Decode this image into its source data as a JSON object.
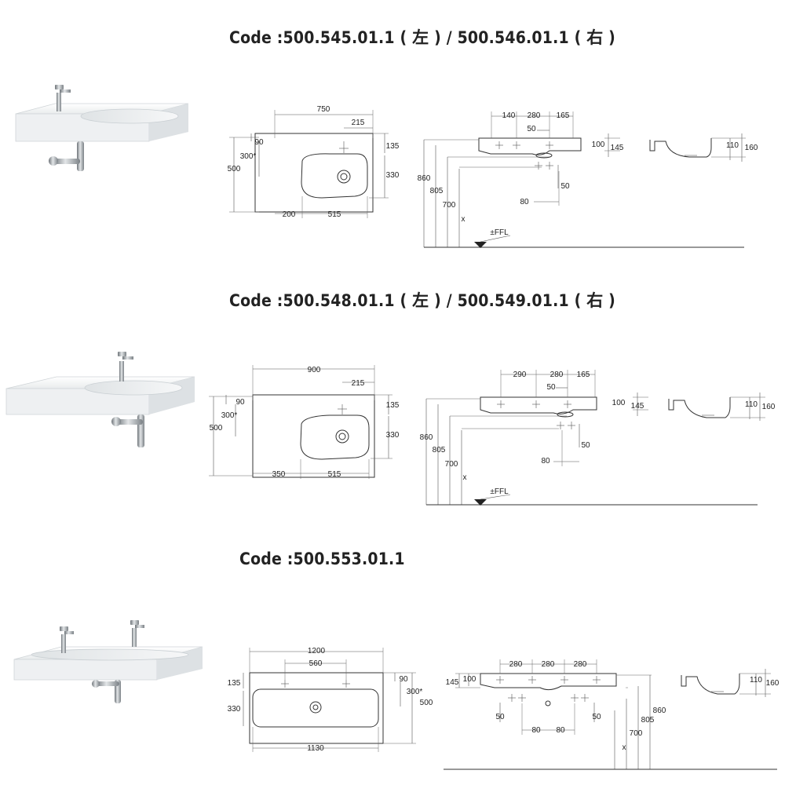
{
  "products": [
    {
      "code": "Code :500.545.01.1 ( 左 ) / 500.546.01.1 ( 右 )",
      "top_view": {
        "total_width": "750",
        "tap_offset": "215",
        "back_margin": "90",
        "tap_drop": "300*",
        "depth": "500",
        "tap_depth": "135",
        "bowl_depth": "330",
        "left_shelf": "200",
        "bowl_width": "515"
      },
      "front_view": {
        "spacing_left": "140",
        "spacing_mid": "280",
        "spacing_right": "165",
        "waste_offset": "50",
        "rim_height": "100",
        "total_height": "145",
        "trap_drop": "50",
        "trap_width": "80",
        "h860": "860",
        "h805": "805",
        "h700": "700",
        "x_label": "x",
        "floor_label": "±FFL"
      },
      "side_view": {
        "bowl_height": "110",
        "total_height": "160"
      }
    },
    {
      "code": "Code :500.548.01.1 ( 左 ) / 500.549.01.1 ( 右 )",
      "top_view": {
        "total_width": "900",
        "tap_offset": "215",
        "back_margin": "90",
        "tap_drop": "300*",
        "depth": "500",
        "tap_depth": "135",
        "bowl_depth": "330",
        "left_shelf": "350",
        "bowl_width": "515"
      },
      "front_view": {
        "spacing_left": "290",
        "spacing_mid": "280",
        "spacing_right": "165",
        "waste_offset": "50",
        "rim_height": "100",
        "total_height": "145",
        "trap_drop": "50",
        "trap_width": "80",
        "h860": "860",
        "h805": "805",
        "h700": "700",
        "x_label": "x",
        "floor_label": "±FFL"
      },
      "side_view": {
        "bowl_height": "110",
        "total_height": "160"
      }
    },
    {
      "code": "Code :500.553.01.1",
      "top_view": {
        "total_width": "1200",
        "tap_spacing": "560",
        "tap_depth": "135",
        "bowl_depth": "330",
        "back_margin": "90",
        "tap_drop": "300*",
        "depth": "500",
        "bowl_width": "1130"
      },
      "front_view": {
        "spacing_1": "280",
        "spacing_2": "280",
        "spacing_3": "280",
        "total_height": "145",
        "rim_height": "100",
        "waste_left": "50",
        "waste_right": "50",
        "trap_left": "80",
        "trap_right": "80",
        "h860": "860",
        "h805": "805",
        "h700": "700",
        "x_label": "x"
      },
      "side_view": {
        "bowl_height": "110",
        "total_height": "160"
      }
    }
  ],
  "colors": {
    "ceramic": "#f4f6f7",
    "chrome": "#9ea4a9",
    "line": "#333333"
  }
}
